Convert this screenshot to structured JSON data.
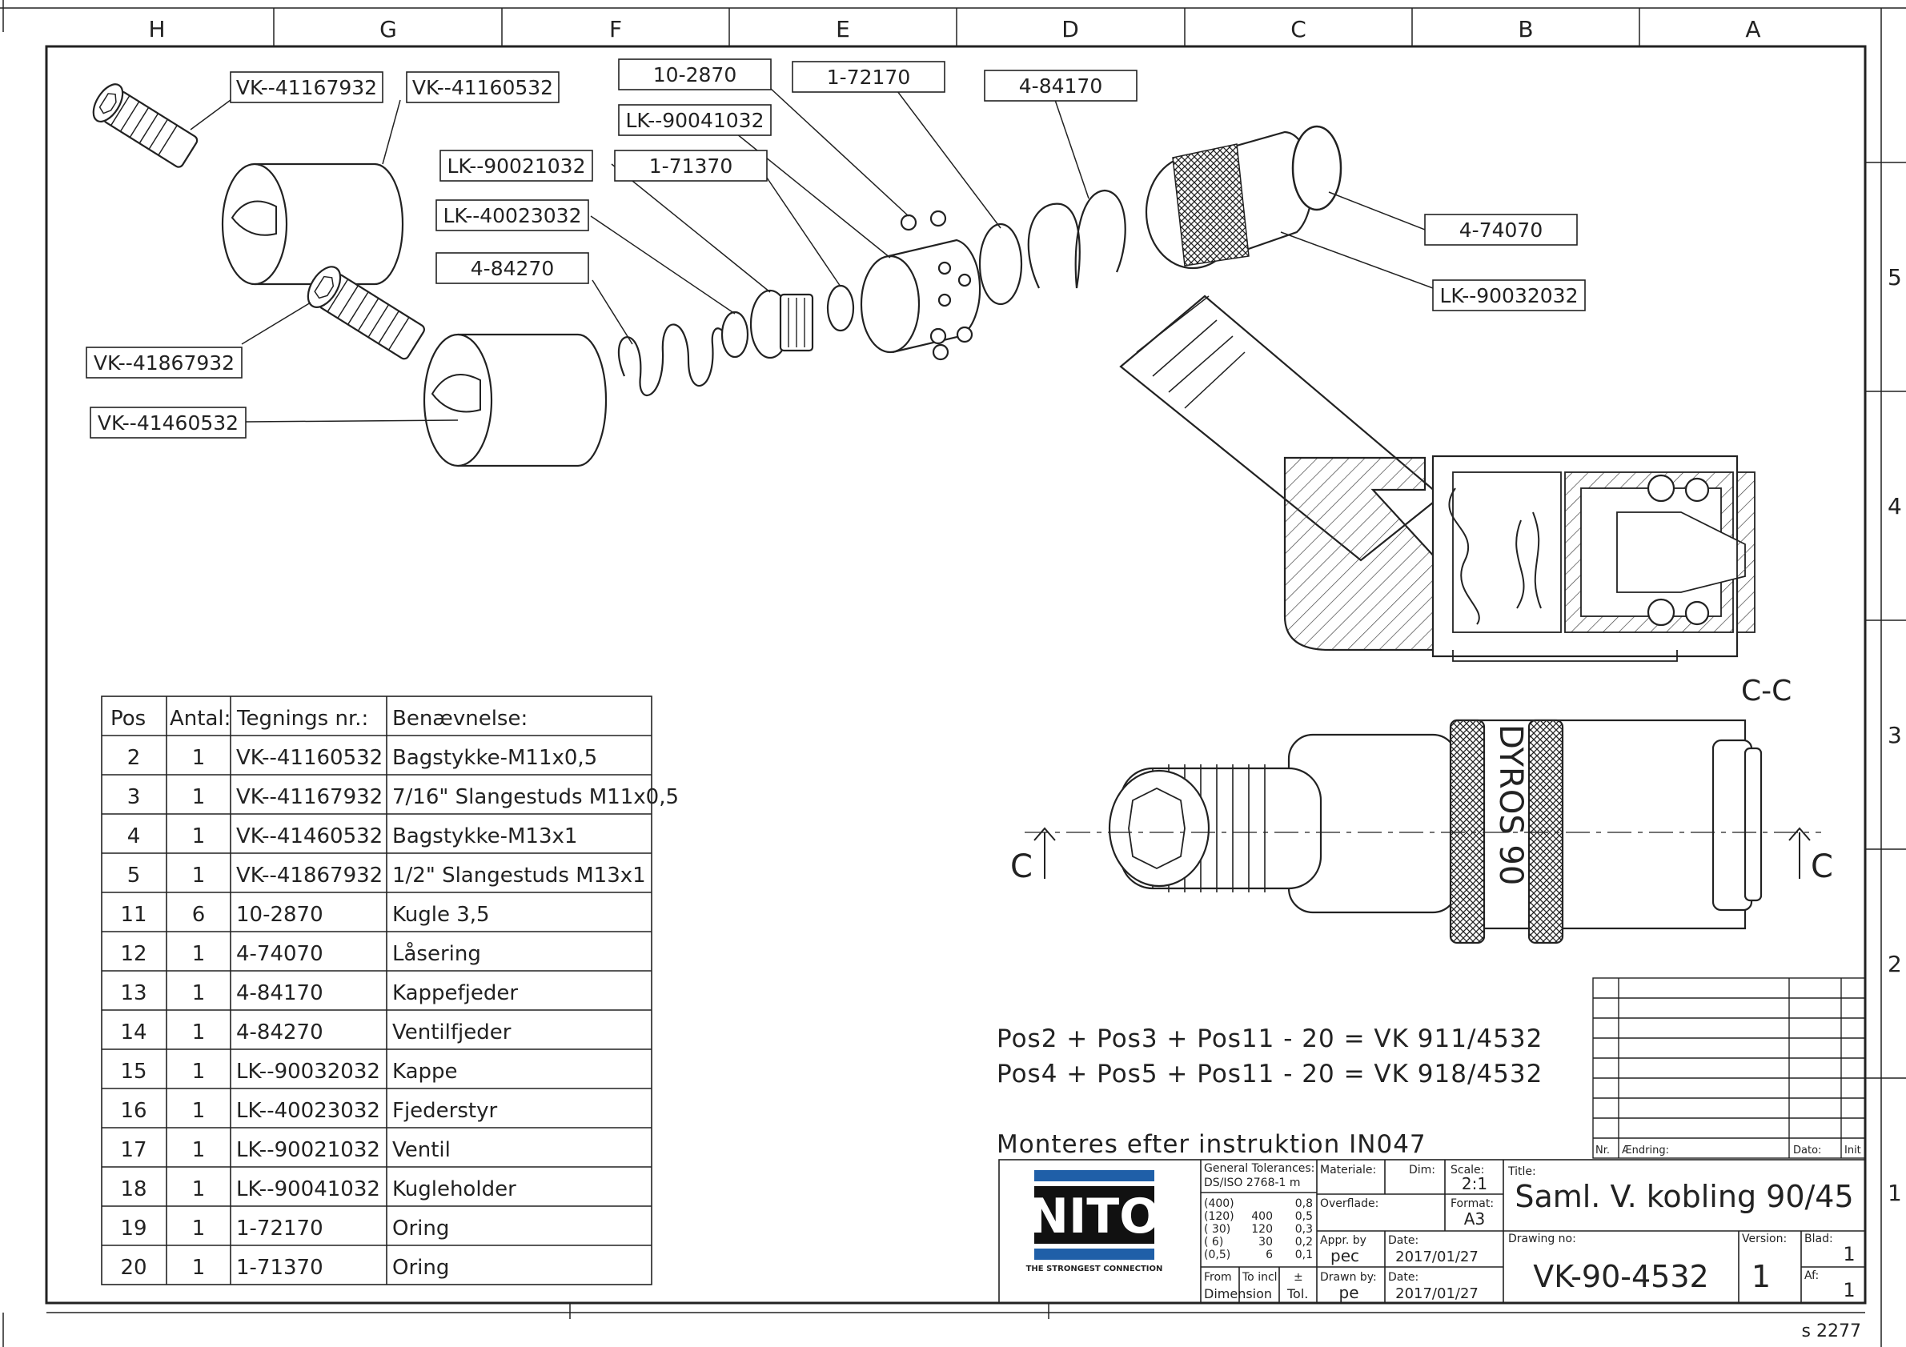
{
  "zones": {
    "columns": [
      "H",
      "G",
      "F",
      "E",
      "D",
      "C",
      "B",
      "A"
    ],
    "rows": [
      "5",
      "4",
      "3",
      "2",
      "1"
    ]
  },
  "callouts": [
    "VK--41167932",
    "VK--41160532",
    "10-2870",
    "1-72170",
    "4-84170",
    "LK--90041032",
    "LK--90021032",
    "1-71370",
    "LK--40023032",
    "4-84270",
    "4-74070",
    "LK--90032032",
    "VK--41867932",
    "VK--41460532"
  ],
  "parts_table": {
    "headers": [
      "Pos",
      "Antal:",
      "Tegnings nr.:",
      "Benævnelse:"
    ],
    "rows": [
      [
        "2",
        "1",
        "VK--41160532",
        "Bagstykke-M11x0,5"
      ],
      [
        "3",
        "1",
        "VK--41167932",
        "7/16\" Slangestuds M11x0,5"
      ],
      [
        "4",
        "1",
        "VK--41460532",
        "Bagstykke-M13x1"
      ],
      [
        "5",
        "1",
        "VK--41867932",
        "1/2\" Slangestuds M13x1"
      ],
      [
        "11",
        "6",
        "10-2870",
        "Kugle 3,5"
      ],
      [
        "12",
        "1",
        "4-74070",
        "Låsering"
      ],
      [
        "13",
        "1",
        "4-84170",
        "Kappefjeder"
      ],
      [
        "14",
        "1",
        "4-84270",
        "Ventilfjeder"
      ],
      [
        "15",
        "1",
        "LK--90032032",
        "Kappe"
      ],
      [
        "16",
        "1",
        "LK--40023032",
        "Fjederstyr"
      ],
      [
        "17",
        "1",
        "LK--90021032",
        "Ventil"
      ],
      [
        "18",
        "1",
        "LK--90041032",
        "Kugleholder"
      ],
      [
        "19",
        "1",
        "1-72170",
        "Oring"
      ],
      [
        "20",
        "1",
        "1-71370",
        "Oring"
      ]
    ]
  },
  "section": {
    "title": "C-C",
    "marker_left": "C",
    "marker_right": "C",
    "engraving": "DYROS 90"
  },
  "notes": [
    "Pos2 + Pos3 + Pos11 - 20 = VK 911/4532",
    "Pos4 + Pos5 + Pos11 - 20 = VK 918/4532",
    "Monteres efter instruktion IN047"
  ],
  "revision": {
    "nr": "Nr.",
    "change": "Ændring:",
    "date": "Dato:",
    "init": "Init"
  },
  "title_block": {
    "logo": "NITO",
    "logo_tagline": "THE STRONGEST CONNECTION",
    "general_tol_label": "General Tolerances:",
    "general_tol_std": "DS/ISO 2768-1 m",
    "tol_col1": [
      "(400)",
      "(120)",
      "( 30)",
      "( 6)",
      "(0,5)"
    ],
    "tol_col2": [
      "",
      "400",
      "120",
      "30",
      "6"
    ],
    "tol_col3": [
      "0,8",
      "0,5",
      "0,3",
      "0,2",
      "0,1"
    ],
    "from_label": "From",
    "to_label": "To incl",
    "pm_label": "±",
    "dimension_label": "Dimension",
    "tol_label": "Tol.",
    "material_label": "Materiale:",
    "dim_label": "Dim:",
    "scale_label": "Scale:",
    "scale_value": "2:1",
    "surface_label": "Overflade:",
    "format_label": "Format:",
    "format_value": "A3",
    "appr_label": "Appr. by",
    "appr_value": "pec",
    "date_label": "Date:",
    "appr_date": "2017/01/27",
    "drawn_label": "Drawn by:",
    "drawn_value": "pe",
    "drawn_date": "2017/01/27",
    "title_label": "Title:",
    "title": "Saml. V. kobling 90/45",
    "drawing_no_label": "Drawing no:",
    "drawing_no": "VK-90-4532",
    "version_label": "Version:",
    "version": "1",
    "sheet_label": "Blad:",
    "sheet": "1",
    "of_label": "Af:",
    "of": "1"
  },
  "sheet_ref": "s 2277",
  "colors": {
    "logo_blue": "#1f5fa8",
    "logo_black": "#111111",
    "line": "#222222"
  }
}
